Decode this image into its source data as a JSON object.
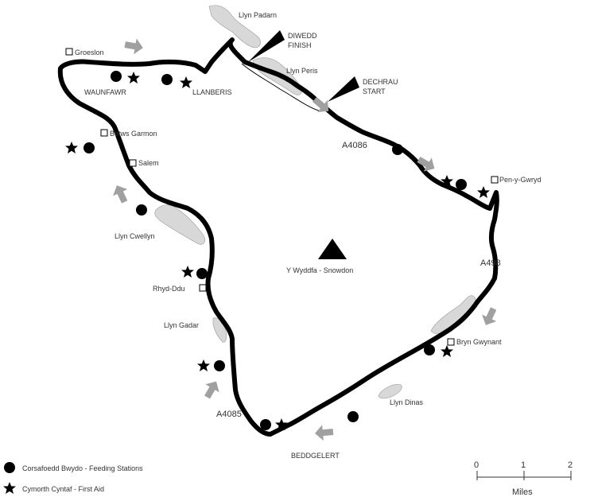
{
  "colors": {
    "route": "#000000",
    "lake": "#d8d8d8",
    "arrow": "#a0a0a0",
    "text": "#333333"
  },
  "places": {
    "llyn_padarn": "Llyn Padarn",
    "groeslon": "Groeslon",
    "waunfawr": "WAUNFAWR",
    "llanberis": "LLANBERIS",
    "llyn_peris": "Llyn Peris",
    "betws_garmon": "Betws Garmon",
    "salem": "Salem",
    "llyn_cwellyn": "Llyn Cwellyn",
    "rhyd_ddu": "Rhyd-Ddu",
    "llyn_gadar": "Llyn Gadar",
    "pen_y_gwryd": "Pen-y-Gwryd",
    "snowdon": "Y Wyddfa - Snowdon",
    "bryn_gwynant": "Bryn Gwynant",
    "llyn_dinas": "Llyn Dinas",
    "beddgelert": "BEDDGELERT"
  },
  "markers": {
    "finish_welsh": "DIWEDD",
    "finish_english": "FINISH",
    "start_welsh": "DECHRAU",
    "start_english": "START"
  },
  "roads": {
    "a4086": "A4086",
    "a498": "A498",
    "a4085": "A4085"
  },
  "legend": {
    "feeding": "Corsafoedd Bwydo - Feeding Stations",
    "first_aid": "Cymorth Cyntaf - First Aid"
  },
  "scale": {
    "ticks": [
      "0",
      "1",
      "2"
    ],
    "unit": "Miles"
  },
  "icons": {
    "feeding": "filled-circle",
    "first_aid": "five-point-star",
    "direction": "grey-arrow",
    "summit": "triangle",
    "village": "hollow-square"
  }
}
